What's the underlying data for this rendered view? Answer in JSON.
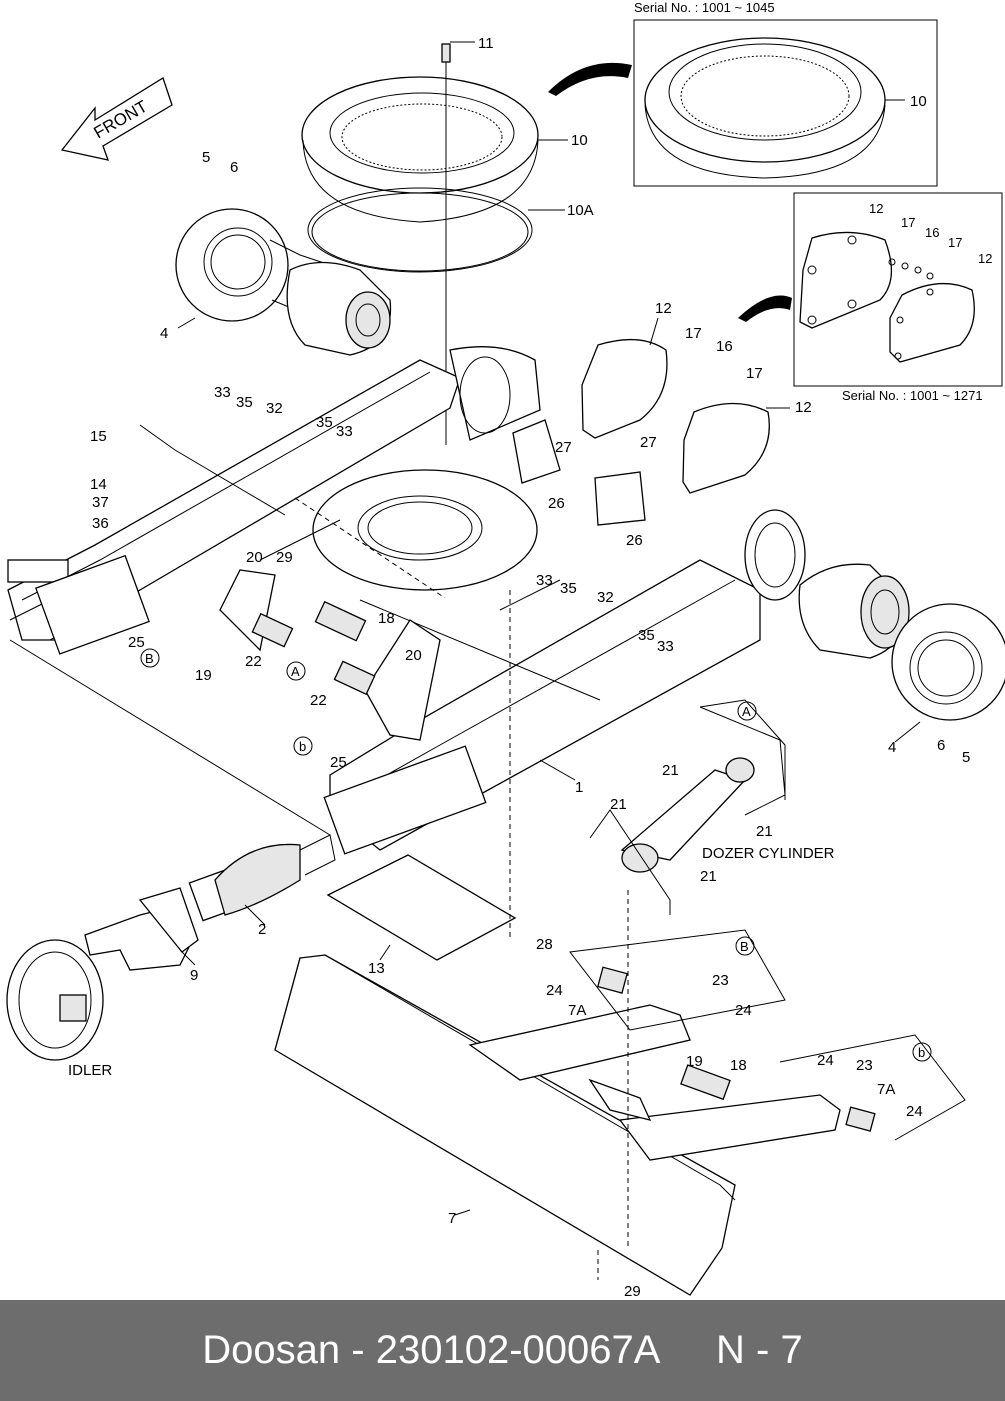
{
  "inset_top": {
    "serial": "Serial No. : 1001 ~ 1045",
    "part": "10"
  },
  "inset_right": {
    "serial": "Serial No. : 1001 ~ 1271",
    "parts": [
      "12",
      "17",
      "16",
      "17",
      "12"
    ]
  },
  "front_label": "FRONT",
  "captions": {
    "idler": "IDLER",
    "dozer_cylinder": "DOZER CYLINDER"
  },
  "callouts": {
    "c1": "1",
    "c2": "2",
    "c4a": "4",
    "c4b": "4",
    "c5a": "5",
    "c5b": "5",
    "c6a": "6",
    "c6b": "6",
    "c7": "7",
    "c7a1": "7A",
    "c7a2": "7A",
    "c9": "9",
    "c10": "10",
    "c10a": "10A",
    "c11": "11",
    "c12a": "12",
    "c12b": "12",
    "c13": "13",
    "c14": "14",
    "c15": "15",
    "c16": "16",
    "c17a": "17",
    "c17b": "17",
    "c18a": "18",
    "c18b": "18",
    "c19a": "19",
    "c19b": "19",
    "c20a": "20",
    "c20b": "20",
    "c21a": "21",
    "c21b": "21",
    "c21c": "21",
    "c21d": "21",
    "c22a": "22",
    "c22b": "22",
    "c23a": "23",
    "c23b": "23",
    "c24a": "24",
    "c24b": "24",
    "c24c": "24",
    "c24d": "24",
    "c25a": "25",
    "c25b": "25",
    "c26a": "26",
    "c26b": "26",
    "c27a": "27",
    "c27b": "27",
    "c28": "28",
    "c29a": "29",
    "c29b": "29",
    "c32a": "32",
    "c32b": "32",
    "c33a": "33",
    "c33b": "33",
    "c33c": "33",
    "c33d": "33",
    "c35a": "35",
    "c35b": "35",
    "c35c": "35",
    "c35d": "35",
    "c36": "36",
    "c37": "37"
  },
  "ref_markers": {
    "A1": "A",
    "A2": "A",
    "B1": "B",
    "B2": "B",
    "b1": "b",
    "b2": "b"
  },
  "footer": {
    "brand": "Doosan",
    "sep": " - ",
    "part_number": "230102-00067A",
    "page": "N - 7"
  }
}
